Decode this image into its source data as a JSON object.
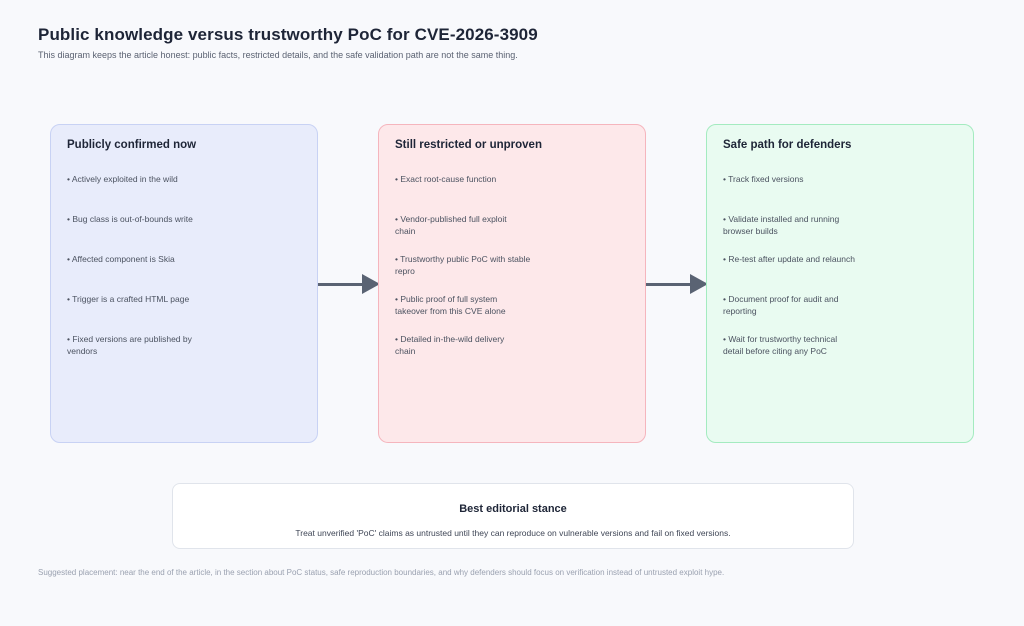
{
  "page": {
    "title": "Public knowledge versus trustworthy PoC for CVE-2026-3909",
    "subtitle": "This diagram keeps the article honest: public facts, restricted details, and the safe validation path are not the same thing.",
    "footnote": "Suggested placement: near the end of the article, in the section about PoC status, safe reproduction boundaries, and why defenders should focus on verification instead of untrusted exploit hype."
  },
  "cards": [
    {
      "title": "Publicly confirmed now",
      "items": [
        "• Actively exploited in the wild",
        "• Bug class is out-of-bounds write",
        "• Affected component is Skia",
        "• Trigger is a crafted HTML page",
        "• Fixed versions are published by\nvendors"
      ]
    },
    {
      "title": "Still restricted or unproven",
      "items": [
        "• Exact root-cause function",
        "• Vendor-published full exploit\nchain",
        "• Trustworthy public PoC with stable\nrepro",
        "• Public proof of full system\ntakeover from this CVE alone",
        "• Detailed in-the-wild delivery\nchain"
      ]
    },
    {
      "title": "Safe path for defenders",
      "items": [
        "• Track fixed versions",
        "• Validate installed and running\nbrowser builds",
        "• Re-test after update and relaunch",
        "• Document proof for audit and\nreporting",
        "• Wait for trustworthy technical\ndetail before citing any PoC"
      ]
    }
  ],
  "stance": {
    "title": "Best editorial stance",
    "text": "Treat unverified 'PoC' claims as untrusted until they can reproduce on vulnerable versions and fail on fixed versions."
  },
  "colors": {
    "background": "#f8f9fc",
    "card_public_bg": "#e8ecfb",
    "card_public_border": "#c8d2f4",
    "card_restricted_bg": "#fde8ea",
    "card_restricted_border": "#f5b5bd",
    "card_safe_bg": "#e9fbf1",
    "card_safe_border": "#a4ebc0",
    "arrow": "#5a6373",
    "heading_text": "#1e2537",
    "body_text": "#4b5260",
    "muted_text": "#9aa1b0"
  }
}
